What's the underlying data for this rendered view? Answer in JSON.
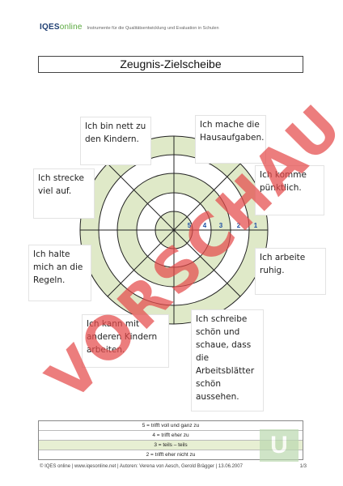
{
  "header": {
    "logo_main": "IQES",
    "logo_suffix": "online",
    "tagline": "Instrumente für die Qualitätsentwicklung und Evaluation in Schulen"
  },
  "title": "Zeugnis-Zielscheibe",
  "target": {
    "ring_numbers": [
      "5",
      "4",
      "3",
      "2",
      "1"
    ],
    "shaded_fill": "#dfe9c8",
    "number_color": "#1d4fa3"
  },
  "statements": [
    "Ich bin nett zu den Kindern.",
    "Ich mache die Hausaufgaben.",
    "Ich strecke viel auf.",
    "Ich komme pünktlich.",
    "Ich halte mich an die Regeln.",
    "Ich arbeite ruhig.",
    "Ich kann mit anderen Kindern arbeiten.",
    "Ich schreibe schön und schaue, dass die Arbeitsblätter schön aussehen."
  ],
  "legend": [
    "5 = trifft voll und ganz zu",
    "4 = trifft eher zu",
    "3 = teils – teils",
    "2 = trifft eher nicht zu"
  ],
  "watermark": "VORSCHAU",
  "badge_letter": "U",
  "footer": {
    "left": "© IQES online | www.iqesonline.net | Autoren: Verena von Aesch, Gerold Brägger | 13.06.2007",
    "page": "1/3"
  }
}
